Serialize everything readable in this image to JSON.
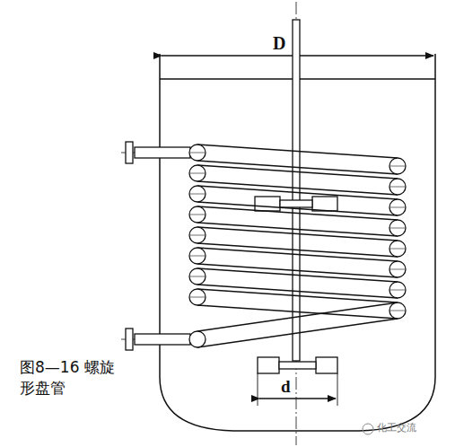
{
  "diagram": {
    "caption": "图8—16 螺旋形盘管",
    "labels": [
      "D",
      "d",
      "化工交流"
    ]
  }
}
